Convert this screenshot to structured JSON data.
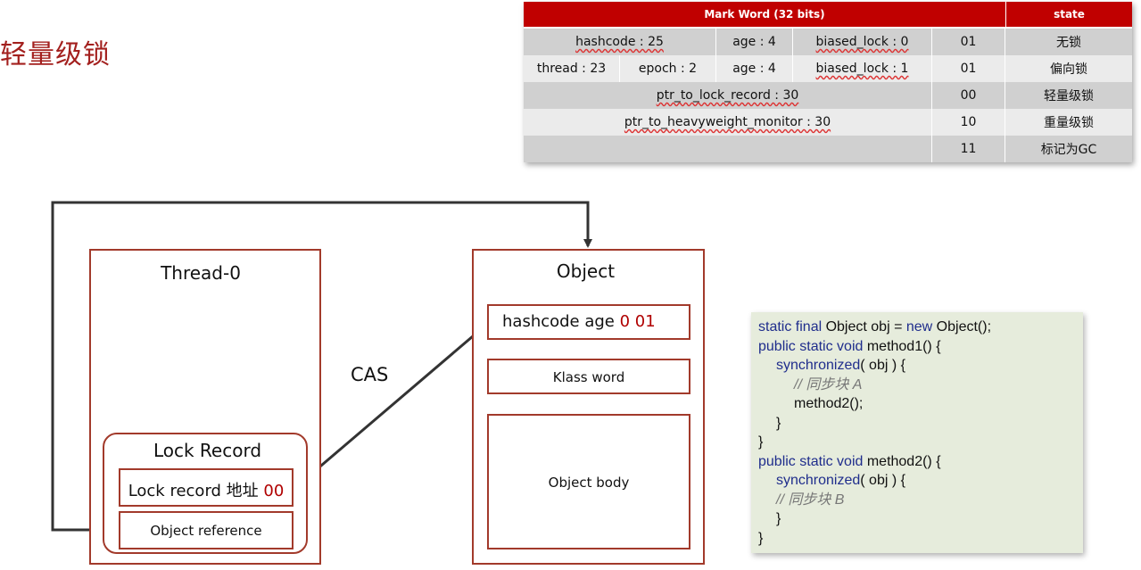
{
  "title": "轻量级锁",
  "mark_word": {
    "header": "Mark Word (32 bits)",
    "state_header": "state",
    "rows": [
      {
        "cells": [
          "hashcode : 25",
          "age : 4",
          "biased_lock : 0"
        ],
        "bits": "01",
        "state": "无锁"
      },
      {
        "cells": [
          "thread : 23",
          "epoch : 2",
          "age : 4",
          "biased_lock : 1"
        ],
        "bits": "01",
        "state": "偏向锁"
      },
      {
        "cells": [
          "ptr_to_lock_record : 30"
        ],
        "bits": "00",
        "state": "轻量级锁"
      },
      {
        "cells": [
          "ptr_to_heavyweight_monitor : 30"
        ],
        "bits": "10",
        "state": "重量级锁"
      },
      {
        "cells": [
          ""
        ],
        "bits": "11",
        "state": "标记为GC"
      }
    ]
  },
  "thread": {
    "title": "Thread-0",
    "lock_record_title": "Lock Record",
    "lock_record_addr": "Lock record 地址 ",
    "lock_record_bits": "00",
    "object_reference": "Object reference"
  },
  "cas_label": "CAS",
  "object": {
    "title": "Object",
    "header_text": "hashcode age ",
    "header_bits": "0 01",
    "klass_word": "Klass word",
    "body": "Object body"
  },
  "code": {
    "l1a": "static final",
    "l1b": " Object obj = ",
    "l1c": "new",
    "l1d": " Object();",
    "l2a": "public static void",
    "l2b": " method1() {",
    "l3a": "synchronized",
    "l3b": "( obj ) {",
    "l4": "// 同步块 A",
    "l5": "method2();",
    "l6": "}",
    "l7": "}",
    "l8a": "public static void",
    "l8b": " method2() {",
    "l9a": "synchronized",
    "l9b": "( obj ) {",
    "l10": "// 同步块 B",
    "l11": "}",
    "l12": "}"
  }
}
